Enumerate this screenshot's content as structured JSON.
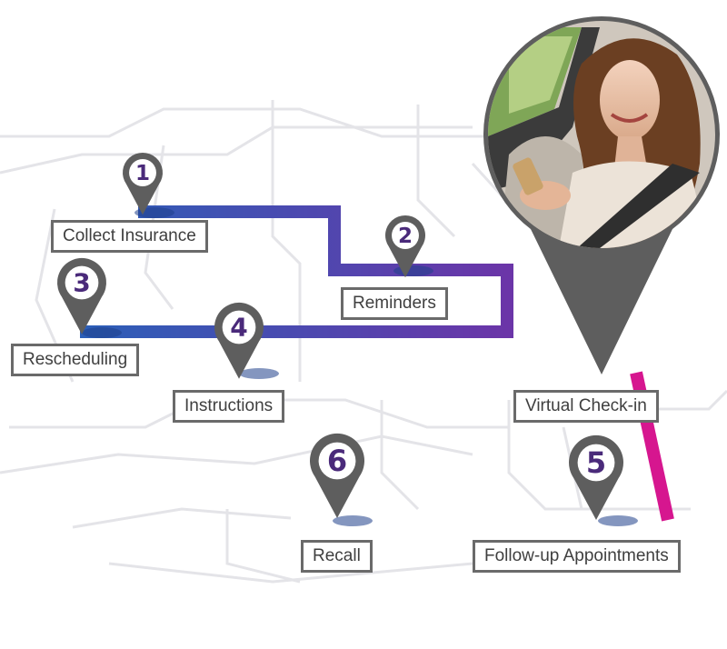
{
  "steps": [
    {
      "number": "1",
      "label": "Collect Insurance"
    },
    {
      "number": "2",
      "label": "Reminders"
    },
    {
      "number": "3",
      "label": "Rescheduling"
    },
    {
      "number": "4",
      "label": "Instructions"
    },
    {
      "number": "5",
      "label": "Follow-up Appointments"
    },
    {
      "number": "6",
      "label": "Recall"
    },
    {
      "number": "",
      "label": "Virtual Check-in"
    }
  ],
  "colors": {
    "route_start": "#2b5fb8",
    "route_mid": "#6b35a8",
    "route_end": "#d6168f",
    "pin": "#5e5e5e",
    "number": "#4a2a7a",
    "label_border": "#6a6a6a"
  },
  "photo": {
    "subject": "woman-in-car-using-phone-photo"
  }
}
